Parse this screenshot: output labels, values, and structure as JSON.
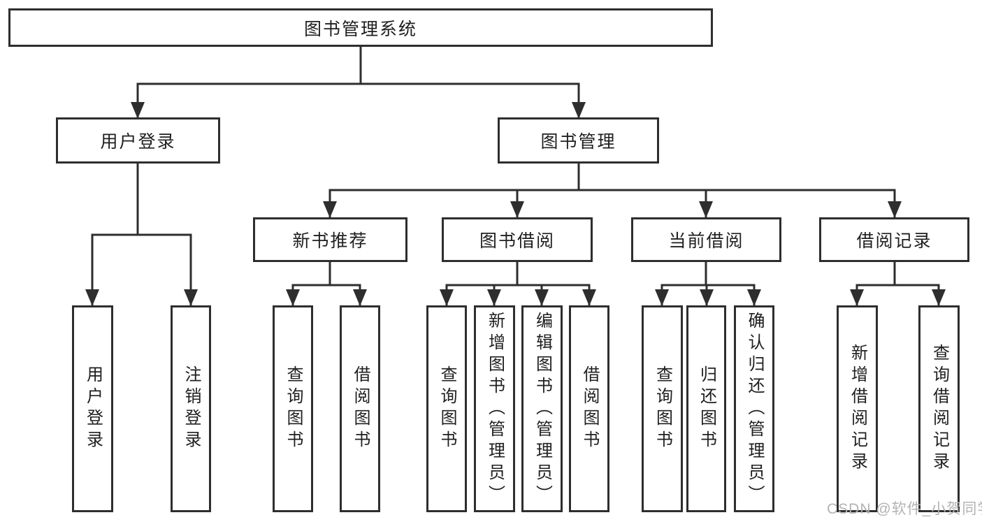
{
  "diagram": {
    "title": "图书管理系统",
    "level2": [
      {
        "label": "用户登录"
      },
      {
        "label": "图书管理"
      }
    ],
    "level3": [
      {
        "label": "新书推荐"
      },
      {
        "label": "图书借阅"
      },
      {
        "label": "当前借阅"
      },
      {
        "label": "借阅记录"
      }
    ],
    "leaves": {
      "user_login": [
        {
          "label": "用户登录"
        },
        {
          "label": "注销登录"
        }
      ],
      "new_books": [
        {
          "label": "查询图书"
        },
        {
          "label": "借阅图书"
        }
      ],
      "borrowing": [
        {
          "label": "查询图书"
        },
        {
          "label": "新增图书（管理员）"
        },
        {
          "label": "编辑图书（管理员）"
        },
        {
          "label": "借阅图书"
        }
      ],
      "current": [
        {
          "label": "查询图书"
        },
        {
          "label": "归还图书"
        },
        {
          "label": "确认归还（管理员）"
        }
      ],
      "records": [
        {
          "label": "新增借阅记录"
        },
        {
          "label": "查询借阅记录"
        }
      ]
    }
  },
  "watermark": {
    "text": "CSDN @软件_小贺同学"
  },
  "colors": {
    "line": "#2e2e2e",
    "text": "#1f1f1f",
    "box_background": "#ffffff",
    "watermark": "#b3b3b3",
    "background": "#ffffff"
  }
}
